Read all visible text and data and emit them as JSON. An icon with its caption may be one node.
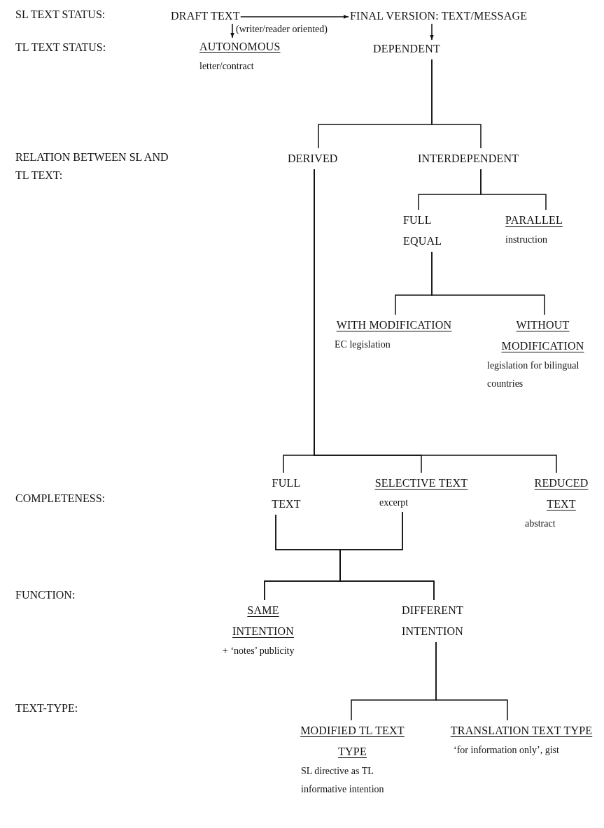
{
  "diagram": {
    "nodes": [
      {
        "text": [
          "DRAFT TEXT"
        ]
      },
      {
        "text": [
          "FINAL VERSION: TEXT/MESSAGE"
        ]
      },
      {
        "text": [
          "AUTONOMOUS",
          "letter/contract"
        ]
      },
      {
        "text": [
          "DEPENDENT"
        ]
      },
      {
        "text": [
          "DERIVED"
        ]
      },
      {
        "text": [
          "INTERDEPENDENT"
        ]
      },
      {
        "text": [
          "FULL EQUAL"
        ]
      },
      {
        "text": [
          "PARALLEL",
          "instruction"
        ]
      },
      {
        "text": [
          "WITH MODIFICATION",
          "EC legislation"
        ]
      },
      {
        "text": [
          "WITHOUT MODIFICATION",
          "legislation for bilingual countries"
        ]
      },
      {
        "text": [
          "FULL TEXT"
        ]
      },
      {
        "text": [
          "SELECTIVE TEXT",
          "excerpt"
        ]
      },
      {
        "text": [
          "REDUCED TEXT",
          "abstract"
        ]
      },
      {
        "text": [
          "SAME INTENTION",
          "+ ‘notes’ publicity"
        ]
      },
      {
        "text": [
          "DIFFERENT INTENTION"
        ]
      },
      {
        "text": [
          "MODIFIED TL TEXT TYPE",
          "SL directive as TL informative intention"
        ]
      },
      {
        "text": [
          "TRANSLATION TEXT TYPE",
          "‘for information only’, gist"
        ]
      }
    ],
    "edges": [
      {
        "from": 0,
        "to": 1,
        "arrow": "to"
      },
      {
        "from": 0,
        "to": 2,
        "arrow": "to",
        "label": "(writer/reader oriented)"
      },
      {
        "from": 1,
        "to": 3,
        "arrow": "to"
      },
      {
        "from": 3,
        "to": 4,
        "arrow": "none"
      },
      {
        "from": 3,
        "to": 5,
        "arrow": "none"
      },
      {
        "from": 5,
        "to": 6,
        "arrow": "none"
      },
      {
        "from": 5,
        "to": 7,
        "arrow": "none"
      },
      {
        "from": 6,
        "to": 8,
        "arrow": "none"
      },
      {
        "from": 6,
        "to": 9,
        "arrow": "none"
      },
      {
        "from": 4,
        "to": 10,
        "arrow": "none"
      },
      {
        "from": 4,
        "to": 11,
        "arrow": "none"
      },
      {
        "from": 4,
        "to": 12,
        "arrow": "none"
      },
      {
        "from": 10,
        "to": 13,
        "arrow": "none"
      },
      {
        "from": 10,
        "to": 14,
        "arrow": "none"
      },
      {
        "from": 11,
        "to": 13,
        "arrow": "none"
      },
      {
        "from": 11,
        "to": 14,
        "arrow": "none"
      },
      {
        "from": 14,
        "to": 15,
        "arrow": "none"
      },
      {
        "from": 14,
        "to": 16,
        "arrow": "none"
      }
    ],
    "labels": [
      "SL TEXT STATUS:",
      "TL TEXT STATUS:",
      "RELATION BETWEEN SL AND TL TEXT:",
      "COMPLETENESS:",
      "FUNCTION:",
      "TEXT-TYPE:"
    ]
  }
}
